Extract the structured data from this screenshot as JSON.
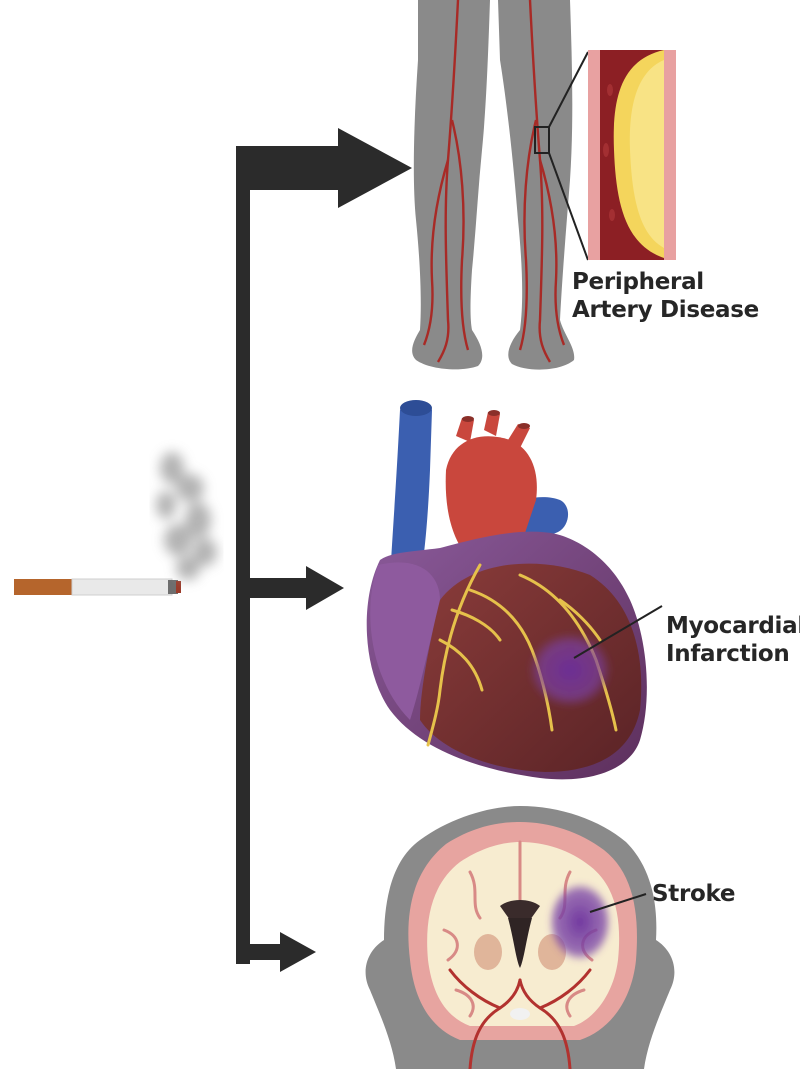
{
  "labels": {
    "pad": {
      "line1": "Peripheral",
      "line2": "Artery Disease"
    },
    "mi": {
      "line1": "Myocardial",
      "line2": "Infarction"
    },
    "stroke": {
      "line1": "Stroke"
    }
  },
  "colors": {
    "arrow": "#2b2b2b",
    "body_gray": "#8a8a8a",
    "artery_red": "#9e2a2a",
    "plaque_yellow": "#f3d35a",
    "heart_purple": "#7d4b8c",
    "vessel_blue": "#3b5fb0",
    "aorta_red": "#c9473d",
    "coronary_yellow": "#e6c14b",
    "brain_cream": "#f7ecd0",
    "brain_pink": "#e7a4a0",
    "infarct_purple": "#7a3fa0"
  },
  "icons": [
    "cigarette-icon",
    "smoke-icon",
    "legs-illustration",
    "heart-illustration",
    "brain-illustration"
  ]
}
